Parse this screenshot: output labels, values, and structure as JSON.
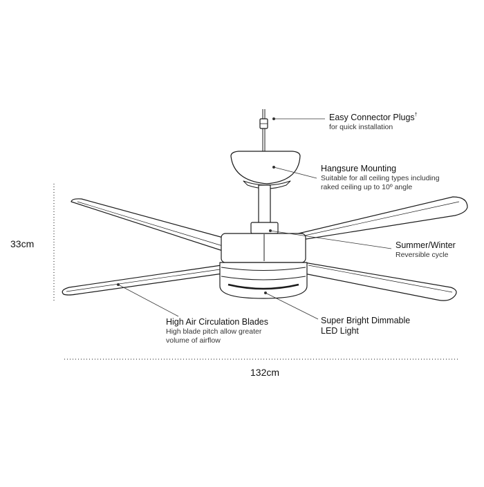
{
  "dimensions": {
    "height_label": "33cm",
    "width_label": "132cm"
  },
  "callouts": {
    "connector": {
      "title": "Easy Connector Plugs",
      "title_mark": "†",
      "desc": "for quick installation"
    },
    "mounting": {
      "title": "Hangsure Mounting",
      "desc_line1": "Suitable for all ceiling types including",
      "desc_line2": "raked ceiling up to 10º angle"
    },
    "reversible": {
      "title": "Summer/Winter",
      "desc": "Reversible cycle"
    },
    "blades": {
      "title": "High Air Circulation Blades",
      "desc_line1": "High blade pitch allow greater",
      "desc_line2": "volume of airflow"
    },
    "light": {
      "title_line1": "Super Bright Dimmable",
      "title_line2": "LED Light"
    }
  }
}
